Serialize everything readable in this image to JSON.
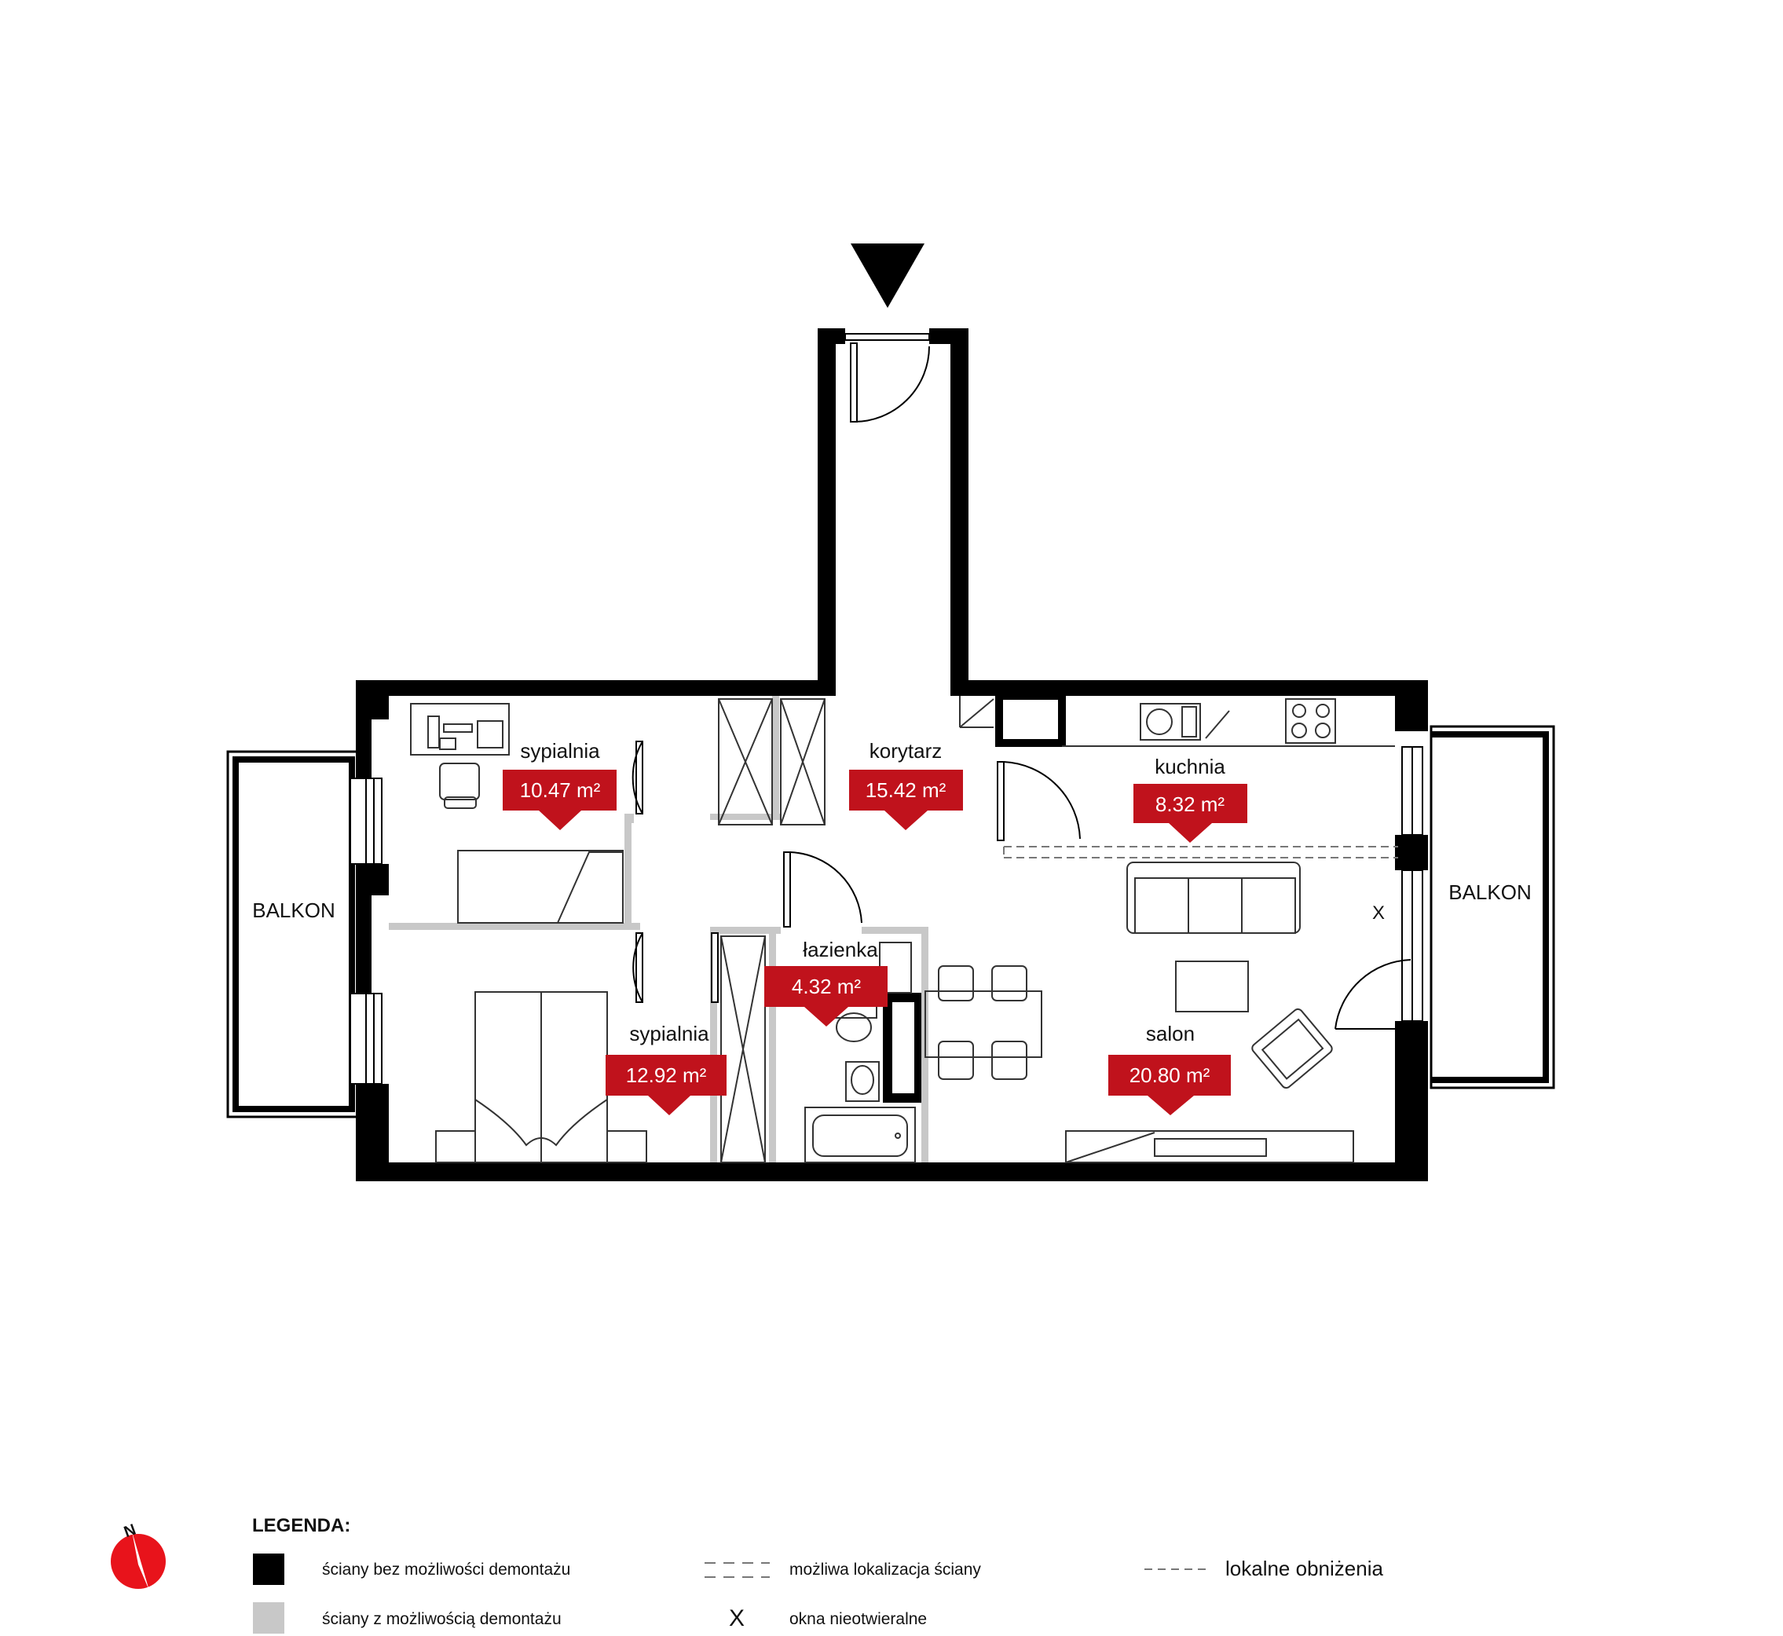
{
  "colors": {
    "structural_wall": "#000000",
    "demountable_wall": "#c8c8c8",
    "area_badge": "#c0121c",
    "compass": "#e8131b"
  },
  "entrance_marker": "triangle-down-icon",
  "rooms": [
    {
      "name": "sypialnia",
      "area": "10.47 m²"
    },
    {
      "name": "korytarz",
      "area": "15.42 m²"
    },
    {
      "name": "kuchnia",
      "area": "8.32 m²"
    },
    {
      "name": "łazienka",
      "area": "4.32 m²"
    },
    {
      "name": "sypialnia",
      "area": "12.92 m²"
    },
    {
      "name": "salon",
      "area": "20.80 m²"
    }
  ],
  "balconies": [
    "BALKON",
    "BALKON"
  ],
  "fixed_window_mark": "X",
  "compass": {
    "letter": "N",
    "icon": "north-compass-icon"
  },
  "legend": {
    "title": "LEGENDA:",
    "items": [
      {
        "label": "ściany bez możliwości demontażu",
        "icon": "black-square-icon"
      },
      {
        "label": "ściany z możliwością demontażu",
        "icon": "grey-square-icon"
      },
      {
        "label": "możliwa lokalizacja ściany",
        "icon": "double-dashed-line-icon"
      },
      {
        "label": "okna nieotwieralne",
        "icon": "x-mark-icon",
        "symbol": "X"
      },
      {
        "label": "lokalne obniżenia",
        "icon": "dashed-line-icon"
      }
    ]
  }
}
